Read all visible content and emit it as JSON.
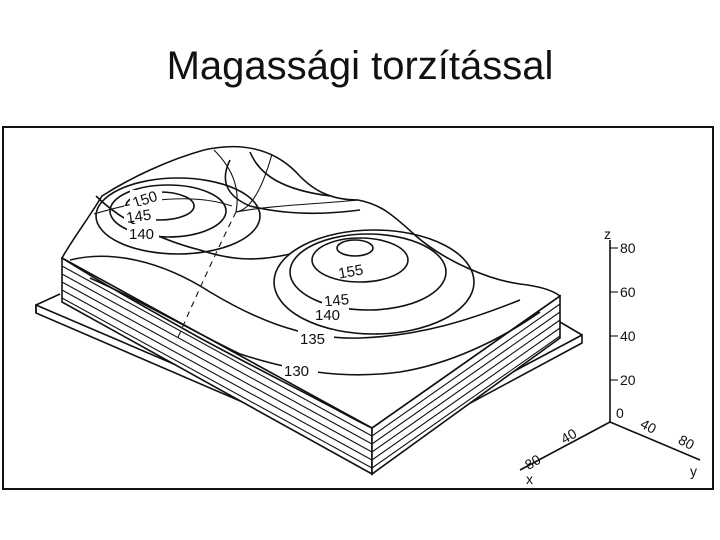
{
  "slide": {
    "title": "Magassági torzítással"
  },
  "contours": [
    {
      "label": "150"
    },
    {
      "label": "145"
    },
    {
      "label": "140"
    },
    {
      "label": "155"
    },
    {
      "label": "145"
    },
    {
      "label": "140"
    },
    {
      "label": "135"
    },
    {
      "label": "130"
    }
  ],
  "axes": {
    "z": {
      "name": "z",
      "ticks": [
        "80",
        "60",
        "40",
        "20",
        "0"
      ]
    },
    "x": {
      "name": "x",
      "ticks": [
        "40",
        "80"
      ]
    },
    "y": {
      "name": "y",
      "ticks": [
        "40",
        "80"
      ]
    }
  }
}
